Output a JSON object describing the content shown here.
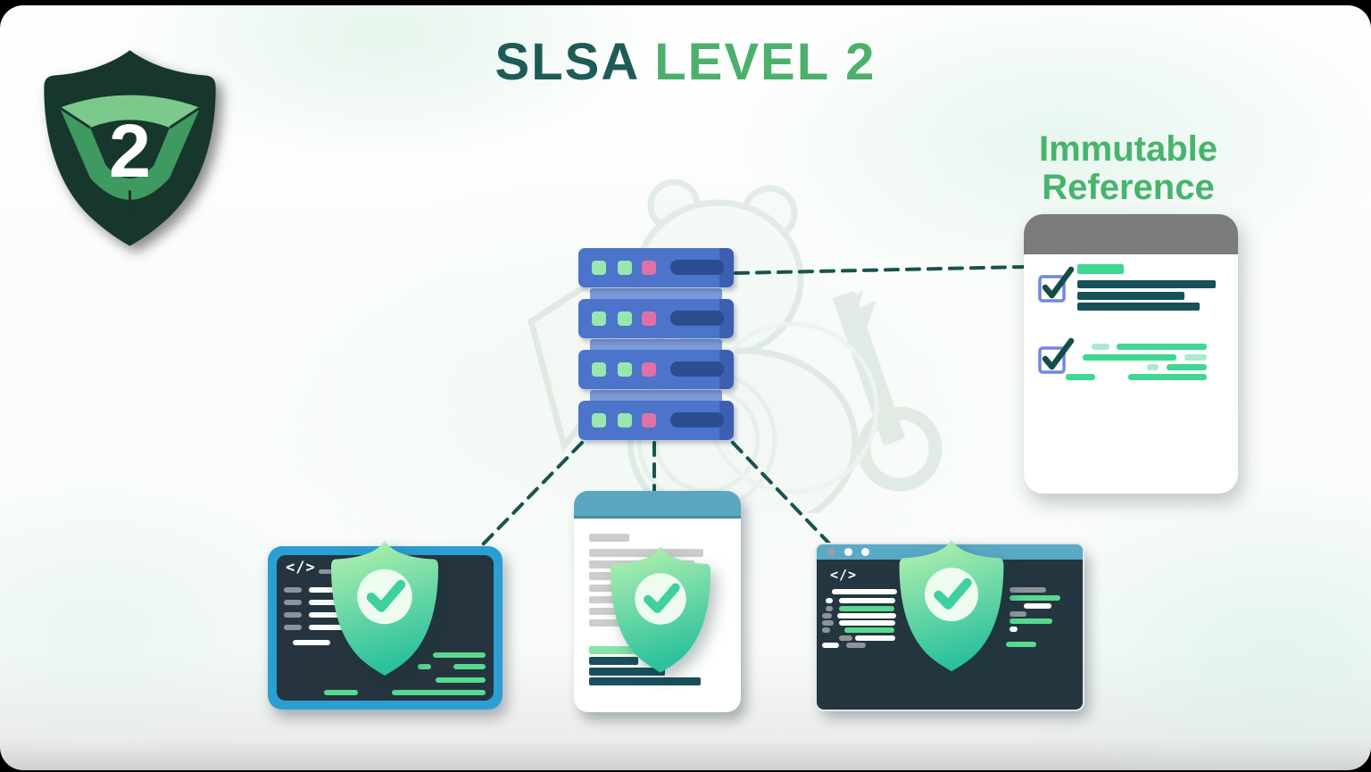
{
  "slide": {
    "title": {
      "primary": "SLSA",
      "accent": "LEVEL 2"
    },
    "badge": {
      "level": "2"
    },
    "immutable_reference": {
      "line1": "Immutable",
      "line2": "Reference"
    },
    "windows": {
      "code_icon_glyph": "</>"
    },
    "colors": {
      "title_primary": "#1e5b57",
      "title_accent": "#4cb06c",
      "immutable_label_green": "#47b46c",
      "connector_teal": "#17544e",
      "server_blue": "#4b74ca",
      "server_slot_bar": "#2c4e90",
      "server_dot_green": "#98e7ae",
      "server_dot_pink": "#e170a8",
      "editor_frame_blue": "#2b9fd2",
      "editor_body_dark": "#263440",
      "titlebar_blue": "#5aa9c6",
      "doc_header_blue": "#5ba7c2",
      "shield_gradient_top": "#b9f3b0",
      "shield_gradient_bottom": "#2cc19d",
      "shield_check_green": "#3fd0a0",
      "card_header_gray": "#7b7b7b",
      "checkbox_border_blue": "#7386e0",
      "checkmark_teal": "#134d49",
      "teal_text_bar": "#17525a",
      "green_text_bar": "#3fd792",
      "gray_text_bar": "#cdcdcd",
      "code_white": "#fdfdfd",
      "code_gray": "#8d959b",
      "code_green": "#57d98f"
    }
  }
}
